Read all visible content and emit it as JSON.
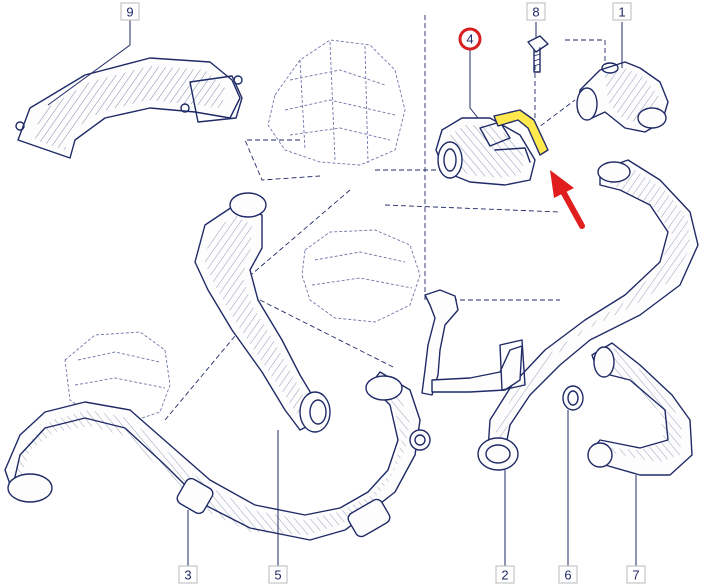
{
  "callouts": [
    {
      "id": "1",
      "text": "1"
    },
    {
      "id": "2",
      "text": "2"
    },
    {
      "id": "3",
      "text": "3"
    },
    {
      "id": "4",
      "text": "4",
      "highlighted": true
    },
    {
      "id": "5",
      "text": "5"
    },
    {
      "id": "6",
      "text": "6"
    },
    {
      "id": "7",
      "text": "7"
    },
    {
      "id": "8",
      "text": "8"
    },
    {
      "id": "9",
      "text": "9"
    }
  ],
  "colors": {
    "ink": "#1f2a66",
    "highlight_part": "#ffe94d",
    "highlight_ring": "#d81e1e",
    "arrow": "#e01e1e",
    "background": "#ffffff"
  },
  "icons": [
    "red-arrow-icon",
    "highlight-circle-icon"
  ]
}
